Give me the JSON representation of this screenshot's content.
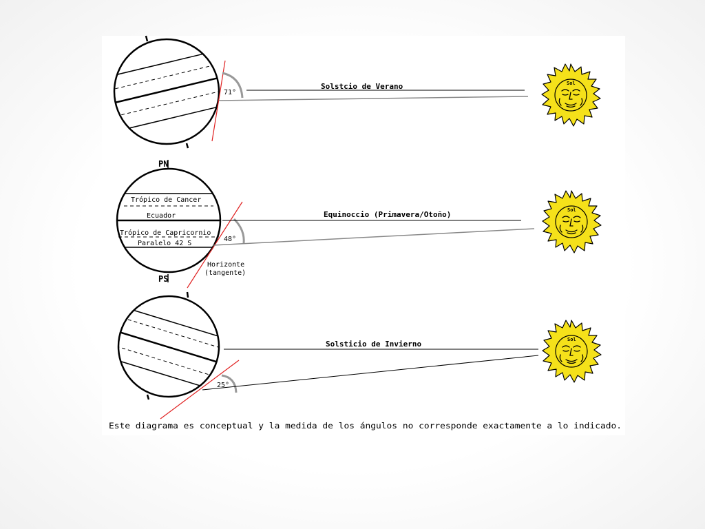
{
  "summer": {
    "title": "Solstcio de Verano",
    "angle": "71°"
  },
  "equinox": {
    "title": "Equinoccio (Primavera/Otoño)",
    "angle": "48°",
    "north_pole": "PN",
    "south_pole": "PS",
    "tropic_cancer": "Trópico de Cancer",
    "equator": "Ecuador",
    "tropic_capricorn": "Trópico de Capricornio",
    "parallel": "Paralelo 42 S",
    "horizon_line1": "Horizonte",
    "horizon_line2": "(tangente)"
  },
  "winter": {
    "title": "Solsticio de Invierno",
    "angle": "25°"
  },
  "sun_label": "Sol",
  "footnote": "Este diagrama es conceptual y la medida de los ángulos no corresponde exactamente a lo indicado.",
  "colors": {
    "sun_fill": "#f5e11a",
    "tangent": "#e02020",
    "ray": "#888888",
    "arc": "#999999"
  }
}
